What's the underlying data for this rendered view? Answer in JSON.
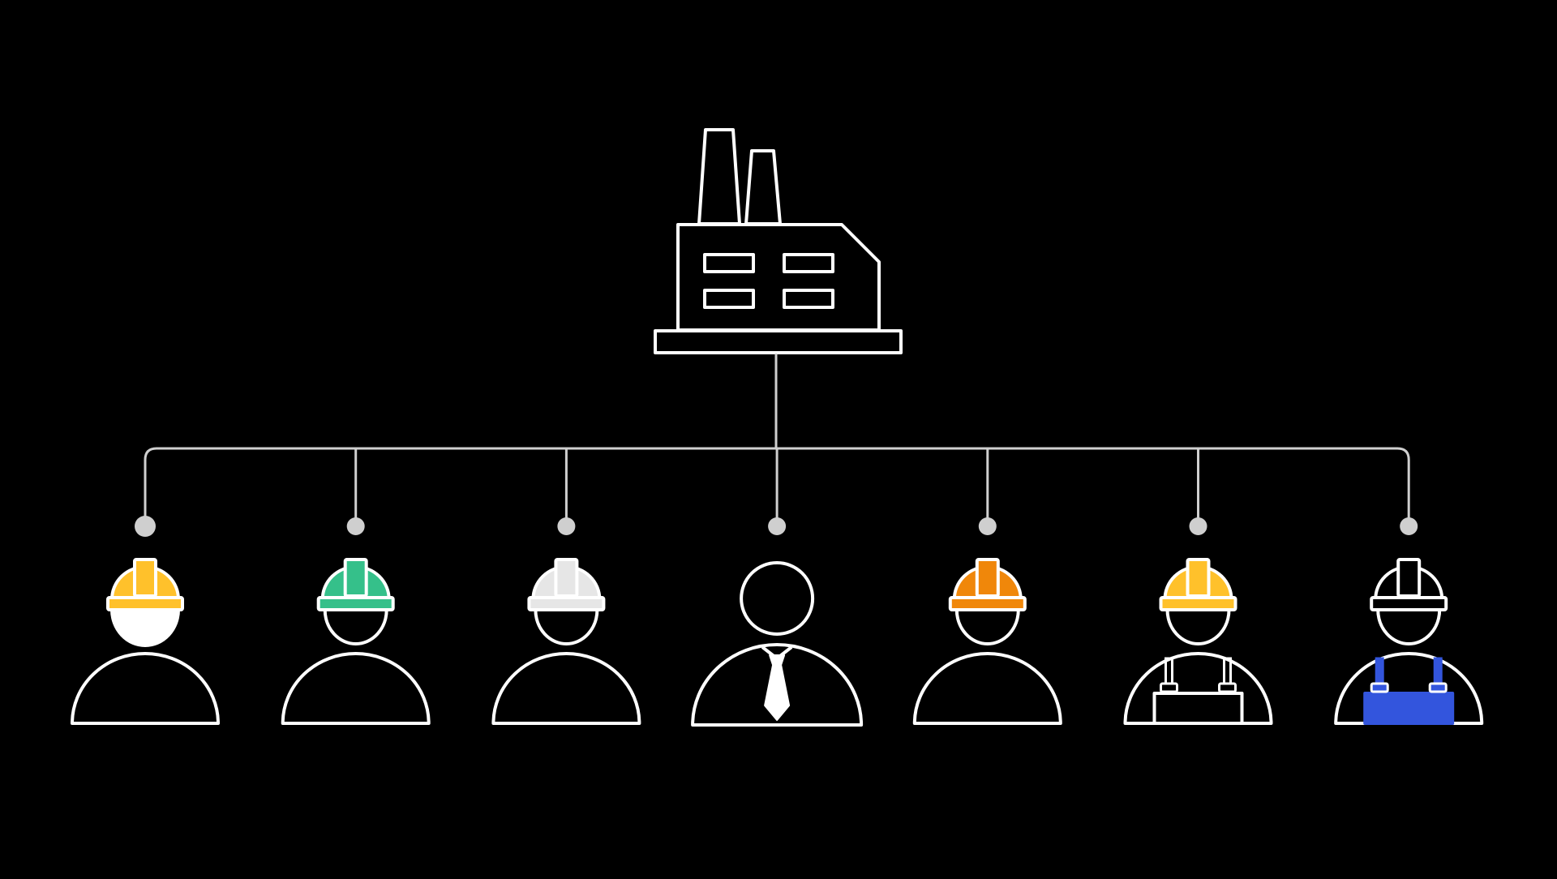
{
  "diagram": {
    "root": {
      "icon": "factory-icon",
      "line_color": "#ffffff"
    },
    "connector_color": "#cfcfcf",
    "workers": [
      {
        "id": "worker-yellow-helmet-solid-face",
        "icon": "worker-hardhat-icon",
        "helmet_color": "#ffc12b",
        "face": "filled",
        "body": "plain"
      },
      {
        "id": "worker-green-helmet",
        "icon": "worker-hardhat-icon",
        "helmet_color": "#35c08a",
        "face": "outline",
        "body": "plain"
      },
      {
        "id": "worker-white-helmet",
        "icon": "worker-hardhat-icon",
        "helmet_color": "#e6e6e6",
        "face": "outline",
        "body": "plain"
      },
      {
        "id": "manager-tie",
        "icon": "manager-tie-icon",
        "helmet_color": null,
        "face": "outline",
        "body": "suit-tie"
      },
      {
        "id": "worker-orange-helmet",
        "icon": "worker-hardhat-icon",
        "helmet_color": "#f0870a",
        "face": "outline",
        "body": "plain"
      },
      {
        "id": "worker-yellow-helmet-overalls",
        "icon": "worker-overalls-icon",
        "helmet_color": "#ffc12b",
        "face": "outline",
        "body": "overalls-outline"
      },
      {
        "id": "worker-black-helmet-blue-overalls",
        "icon": "worker-overalls-icon",
        "helmet_color": "#000000",
        "face": "outline",
        "body": "overalls-blue",
        "overalls_color": "#3355dd"
      }
    ]
  }
}
